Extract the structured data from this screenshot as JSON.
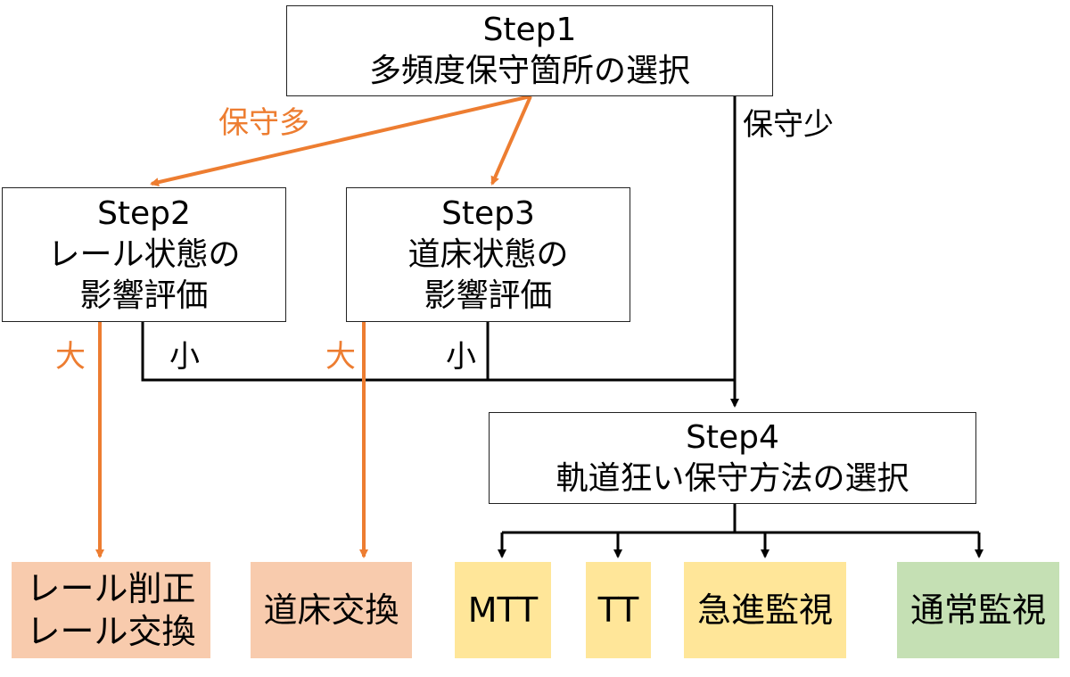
{
  "colors": {
    "orange": "#ed7d31",
    "black": "#000000",
    "salmon": "#f8cbad",
    "yellow": "#ffe699",
    "green": "#c5e0b4"
  },
  "step1": {
    "title": "Step1",
    "desc": "多頻度保守箇所の選択"
  },
  "step2": {
    "title": "Step2",
    "desc1": "レール状態の",
    "desc2": "影響評価"
  },
  "step3": {
    "title": "Step3",
    "desc1": "道床状態の",
    "desc2": "影響評価"
  },
  "step4": {
    "title": "Step4",
    "desc": "軌道狂い保守方法の選択"
  },
  "labels": {
    "much_maintenance": "保守多",
    "little_maintenance": "保守少",
    "step2_large": "大",
    "step2_small": "小",
    "step3_large": "大",
    "step3_small": "小"
  },
  "outcomes": {
    "rail": {
      "line1": "レール削正",
      "line2": "レール交換"
    },
    "ballast": "道床交換",
    "mtt": "MTT",
    "tt": "TT",
    "rapid": "急進監視",
    "normal": "通常監視"
  }
}
